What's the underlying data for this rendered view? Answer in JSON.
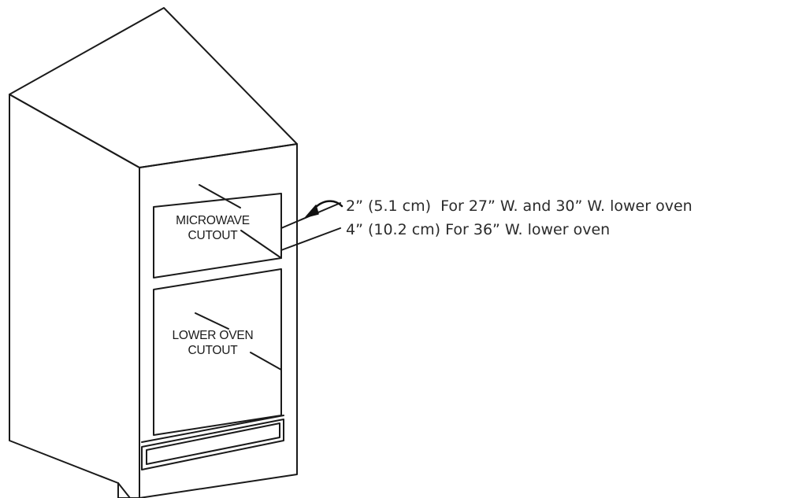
{
  "cutouts": {
    "microwave": {
      "line1": "MICROWAVE",
      "line2": "CUTOUT"
    },
    "lower_oven": {
      "line1": "LOWER OVEN",
      "line2": "CUTOUT"
    }
  },
  "callouts": [
    "2” (5.1 cm)  For 27” W. and 30” W. lower oven",
    "4” (10.2 cm) For 36” W. lower oven"
  ]
}
